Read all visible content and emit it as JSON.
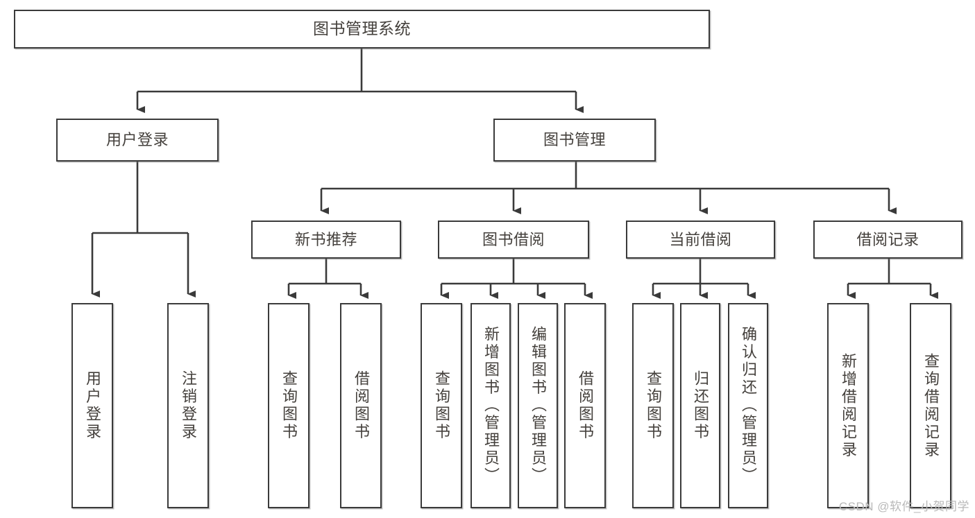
{
  "diagram": {
    "title": "图书管理系统",
    "watermark": "CSDN @软件_小贺同学",
    "colors": {
      "stroke": "#3a3a3a",
      "text": "#44403c",
      "background": "#ffffff",
      "watermark": "#b9b9b9"
    },
    "nodes": {
      "root": {
        "label": "图书管理系统"
      },
      "level2": [
        {
          "label": "用户登录"
        },
        {
          "label": "图书管理"
        }
      ],
      "level3": [
        {
          "label": "新书推荐"
        },
        {
          "label": "图书借阅"
        },
        {
          "label": "当前借阅"
        },
        {
          "label": "借阅记录"
        }
      ],
      "leaves": {
        "user_login": [
          {
            "label": "用户登录"
          },
          {
            "label": "注销登录"
          }
        ],
        "new_book_recommend": [
          {
            "label": "查询图书"
          },
          {
            "label": "借阅图书"
          }
        ],
        "book_borrow": [
          {
            "label": "查询图书"
          },
          {
            "label": "新增图书（管理员）"
          },
          {
            "label": "编辑图书（管理员）"
          },
          {
            "label": "借阅图书"
          }
        ],
        "current_borrow": [
          {
            "label": "查询图书"
          },
          {
            "label": "归还图书"
          },
          {
            "label": "确认归还（管理员）"
          }
        ],
        "borrow_record": [
          {
            "label": "新增借阅记录"
          },
          {
            "label": "查询借阅记录"
          }
        ]
      }
    }
  }
}
